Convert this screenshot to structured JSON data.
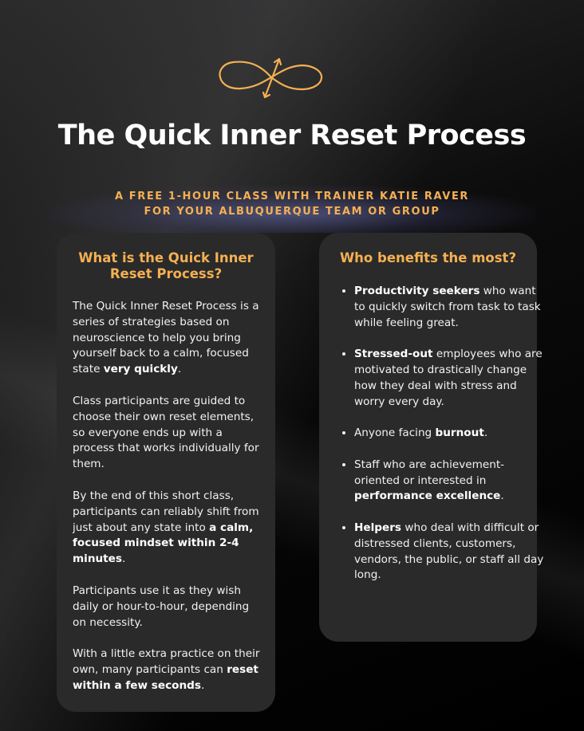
{
  "header": {
    "title": "The Quick Inner Reset Process",
    "subtitle_line1": "A FREE 1-HOUR CLASS WITH TRAINER KATIE RAVER",
    "subtitle_line2": "FOR YOUR ALBUQUERQUE TEAM OR GROUP",
    "logo_icon": "infinity-arrows-icon",
    "accent_color": "#f5b052"
  },
  "left_card": {
    "title_line1": "What is the Quick Inner",
    "title_line2": "Reset Process?",
    "p1_a": "The Quick Inner Reset Process is a series of strategies based on neuroscience to help you bring yourself back to a calm, focused state ",
    "p1_b": "very quickly",
    "p1_c": ".",
    "p2": "Class participants are guided to choose their own reset elements, so everyone ends up with a process that works individually for them.",
    "p3_a": "By the end of this short class, participants can reliably shift from just about any state into ",
    "p3_b": "a calm, focused mindset within 2-4 minutes",
    "p3_c": ".",
    "p4": "Participants use it as they wish daily or hour-to-hour, depending on necessity.",
    "p5_a": "With a little extra practice on their own, many participants can ",
    "p5_b": "reset within a few seconds",
    "p5_c": "."
  },
  "right_card": {
    "title": "Who benefits the most?",
    "items": [
      {
        "bold": "Productivity seekers",
        "text": " who want to quickly switch from task to task while feeling great."
      },
      {
        "bold": "Stressed-out",
        "text": " employees who are motivated to drastically change how they deal with stress and worry every day."
      },
      {
        "pre": "Anyone facing ",
        "bold": "burnout",
        "text": "."
      },
      {
        "pre": "Staff who are achievement-oriented or interested in ",
        "bold": "performance excellence",
        "text": "."
      },
      {
        "bold": "Helpers",
        "text": " who deal with difficult or distressed clients, customers, vendors, the public, or staff all day long."
      }
    ]
  }
}
